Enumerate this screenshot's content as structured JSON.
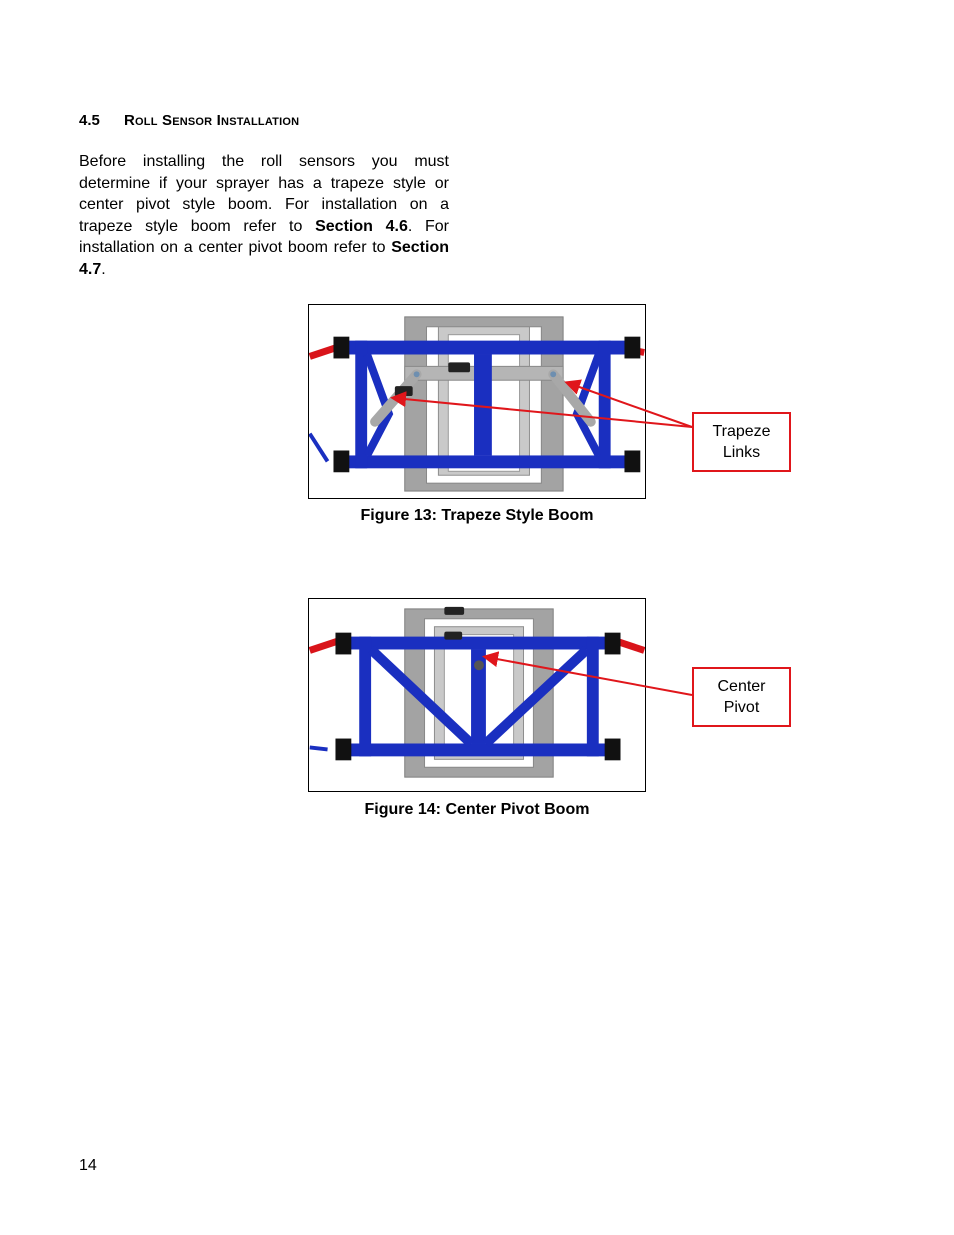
{
  "heading": {
    "number": "4.5",
    "title": "Roll Sensor Installation"
  },
  "body": {
    "text_1": "Before installing the roll sensors you must determine if your sprayer has a trapeze style or center pivot style boom.  For installation on a trapeze style boom refer to ",
    "ref_1": "Section 4.6",
    "text_2": ".  For installation on a center pivot boom refer to ",
    "ref_2": "Section 4.7",
    "text_3": "."
  },
  "figures": [
    {
      "caption": "Figure 13: Trapeze Style Boom",
      "callout_line1": "Trapeze",
      "callout_line2": "Links"
    },
    {
      "caption": "Figure 14: Center Pivot Boom",
      "callout_line1": "Center",
      "callout_line2": "Pivot"
    }
  ],
  "colors": {
    "boom_blue": "#1a2fc0",
    "frame_gray": "#a3a3a3",
    "callout_red": "#e0161b",
    "hose_red": "#d9141a"
  },
  "page_number": "14"
}
